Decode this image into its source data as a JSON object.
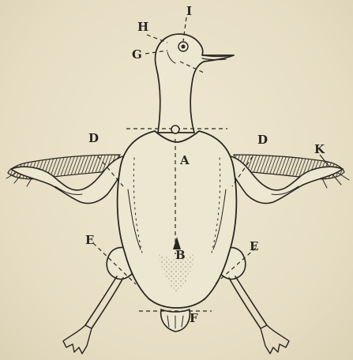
{
  "labels": {
    "A": "A",
    "B": "B",
    "D_left": "D",
    "D_right": "D",
    "E_left": "E",
    "E_right": "E",
    "F": "F",
    "G": "G",
    "H": "H",
    "I": "I",
    "K": "K"
  },
  "colors": {
    "ink": "#2a2620",
    "paper": "#e9e1c9"
  }
}
